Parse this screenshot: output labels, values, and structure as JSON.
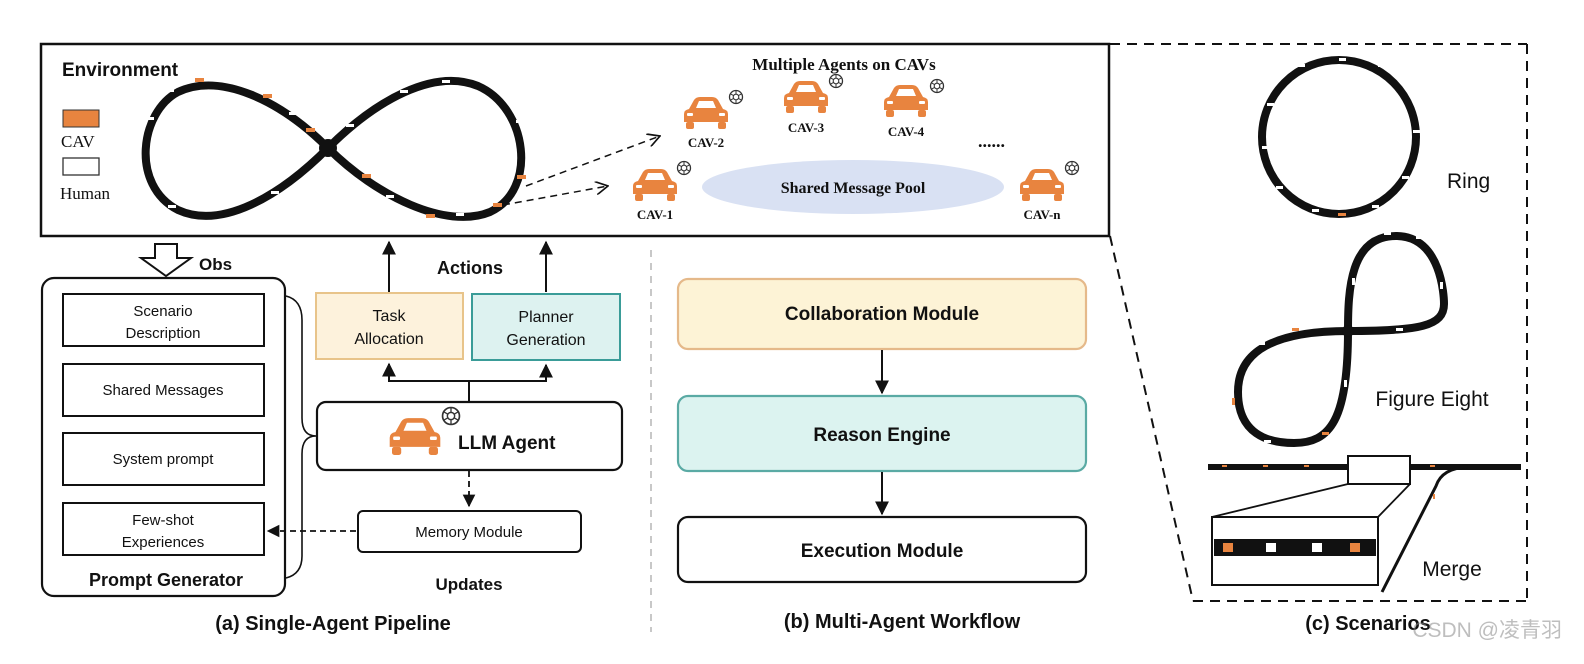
{
  "environment": {
    "title": "Environment",
    "legend": {
      "cav_label": "CAV",
      "human_label": "Human"
    },
    "multi_agents_title": "Multiple Agents on CAVs",
    "shared_pool_label": "Shared Message Pool",
    "cav_labels": [
      "CAV-1",
      "CAV-2",
      "CAV-3",
      "CAV-4",
      "CAV-n"
    ],
    "ellipsis": "......"
  },
  "single_agent": {
    "obs_label": "Obs",
    "actions_label": "Actions",
    "updates_label": "Updates",
    "prompt_items": [
      "Scenario Description",
      "Shared Messages",
      "System prompt",
      "Few-shot Experiences"
    ],
    "prompt_item_lines": [
      [
        "Scenario",
        "Description"
      ],
      [
        "Shared Messages"
      ],
      [
        "System prompt"
      ],
      [
        "Few-shot",
        "Experiences"
      ]
    ],
    "prompt_generator_label": "Prompt Generator",
    "task_allocation_lines": [
      "Task",
      "Allocation"
    ],
    "planner_generation_lines": [
      "Planner",
      "Generation"
    ],
    "llm_agent_label": "LLM Agent",
    "memory_module_label": "Memory Module",
    "caption": "(a) Single-Agent Pipeline"
  },
  "multi_agent": {
    "modules": [
      "Collaboration Module",
      "Reason Engine",
      "Execution Module"
    ],
    "caption": "(b) Multi-Agent Workflow"
  },
  "scenarios": {
    "labels": [
      "Ring",
      "Figure Eight",
      "Merge"
    ],
    "caption": "(c) Scenarios"
  },
  "watermark": "CSDN @凌青羽",
  "colors": {
    "cav": "#e8843f",
    "task_allocation_fill": "#fdf2dc",
    "task_allocation_border": "#e8c48a",
    "planner_fill": "#ddf2f0",
    "planner_border": "#3a9c98",
    "collab_fill": "#fdf3d6",
    "collab_border": "#e5b98a",
    "reason_fill": "#dcf3f0",
    "reason_border": "#5aaaa4",
    "shared_pool_fill": "#d9e1f3",
    "road": "#111111"
  }
}
